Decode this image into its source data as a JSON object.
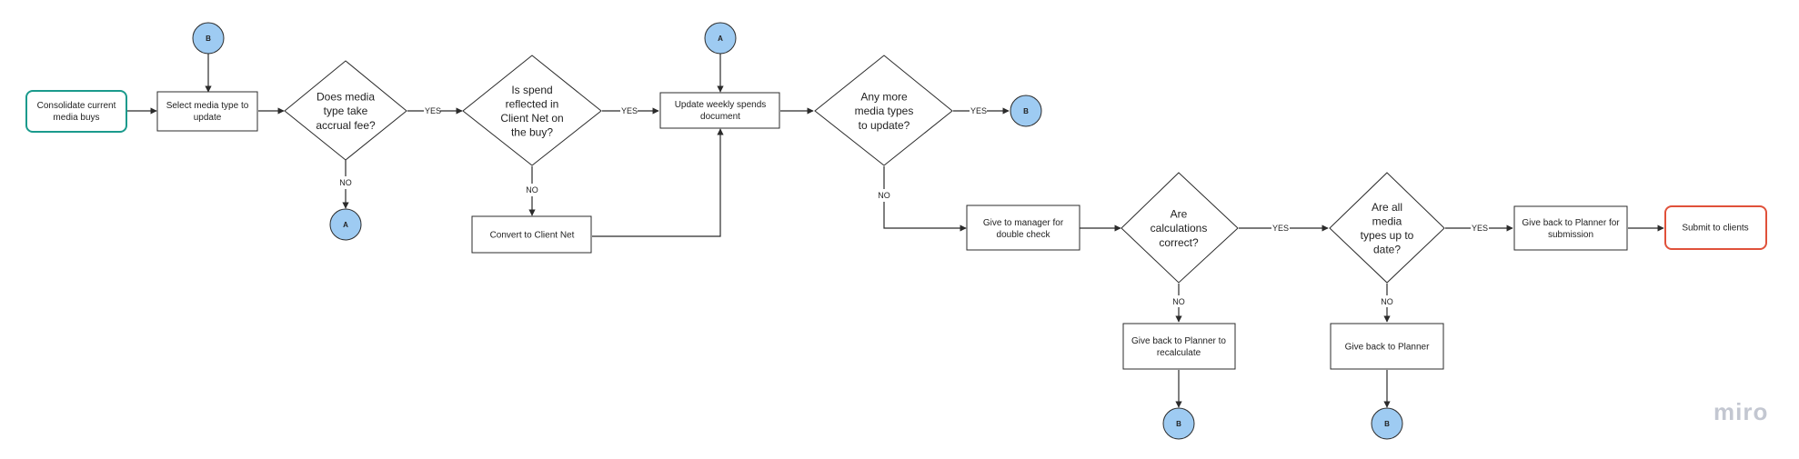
{
  "colors": {
    "start_border": "#1a9a8c",
    "end_border": "#e0513a",
    "connector_fill": "#9ecbf2",
    "connector_stroke": "#2b2b2b",
    "line": "#2b2b2b"
  },
  "nodes": {
    "consolidate": "Consolidate current\nmedia buys",
    "select_media": "Select media type to\nupdate",
    "accrual_decision": "Does media\ntype take\naccrual fee?",
    "spend_decision": "Is spend\nreflected in\nClient Net on\nthe buy?",
    "convert": "Convert to Client Net",
    "update_weekly": "Update weekly spends\ndocument",
    "more_types_decision": "Any more\nmedia types\nto update?",
    "give_manager": "Give to manager for\ndouble check",
    "calc_decision": "Are\ncalculations\ncorrect?",
    "recalculate": "Give back to Planner to\nrecalculate",
    "uptodate_decision": "Are all\nmedia\ntypes up to\ndate?",
    "give_planner": "Give back to Planner",
    "give_submission": "Give back to Planner for\nsubmission",
    "submit": "Submit to clients"
  },
  "connectors": {
    "a": "A",
    "b": "B"
  },
  "edge_labels": {
    "yes": "YES",
    "no": "NO"
  },
  "watermark": "miro"
}
